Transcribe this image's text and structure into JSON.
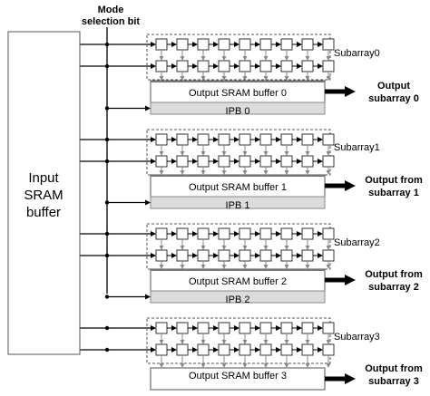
{
  "input_buffer": {
    "lines": [
      "Input",
      "SRAM",
      "buffer"
    ]
  },
  "mode_bit": {
    "line1": "Mode",
    "line2": "selection bit"
  },
  "subarrays": [
    "Subarray0",
    "Subarray1",
    "Subarray2",
    "Subarray3"
  ],
  "output_buffers": [
    "Output SRAM buffer 0",
    "Output SRAM buffer 1",
    "Output SRAM buffer 2",
    "Output SRAM buffer 3"
  ],
  "ipbs": [
    "IPB 0",
    "IPB 1",
    "IPB 2"
  ],
  "outputs": [
    {
      "line1": "Output",
      "line2": "subarray 0"
    },
    {
      "line1": "Output from",
      "line2": "subarray 1"
    },
    {
      "line1": "Output from",
      "line2": "subarray 2"
    },
    {
      "line1": "Output from",
      "line2": "subarray 3"
    }
  ],
  "pe_grid": {
    "rows_per_subarray": 2,
    "cols": 9
  }
}
